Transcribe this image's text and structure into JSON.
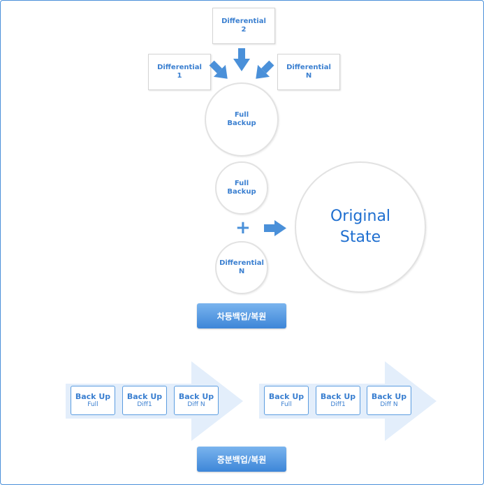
{
  "diff_boxes": {
    "d2": {
      "line1": "Differential",
      "line2": "2"
    },
    "d1": {
      "line1": "Differential",
      "line2": "1"
    },
    "dn": {
      "line1": "Differential",
      "line2": "N"
    }
  },
  "full_circle_top": {
    "line1": "Full",
    "line2": "Backup"
  },
  "full_circle_mid": {
    "line1": "Full",
    "line2": "Backup"
  },
  "diff_circle_mid": {
    "line1": "Differential",
    "line2": "N"
  },
  "plus": "+",
  "original": {
    "line1": "Original",
    "line2": "State"
  },
  "diff_button": "차등백업/복원",
  "incr_button": "증분백업/복원",
  "incr_groups": [
    {
      "chips": [
        {
          "title": "Back Up",
          "sub": "Full"
        },
        {
          "title": "Back Up",
          "sub": "Diff1"
        },
        {
          "title": "Back Up",
          "sub": "Diff N"
        }
      ]
    },
    {
      "chips": [
        {
          "title": "Back Up",
          "sub": "Full"
        },
        {
          "title": "Back Up",
          "sub": "Diff1"
        },
        {
          "title": "Back Up",
          "sub": "Diff N"
        }
      ]
    }
  ],
  "colors": {
    "accent": "#4a90d9",
    "text": "#3a7fd0",
    "light_arrow": "#e3eefb"
  }
}
